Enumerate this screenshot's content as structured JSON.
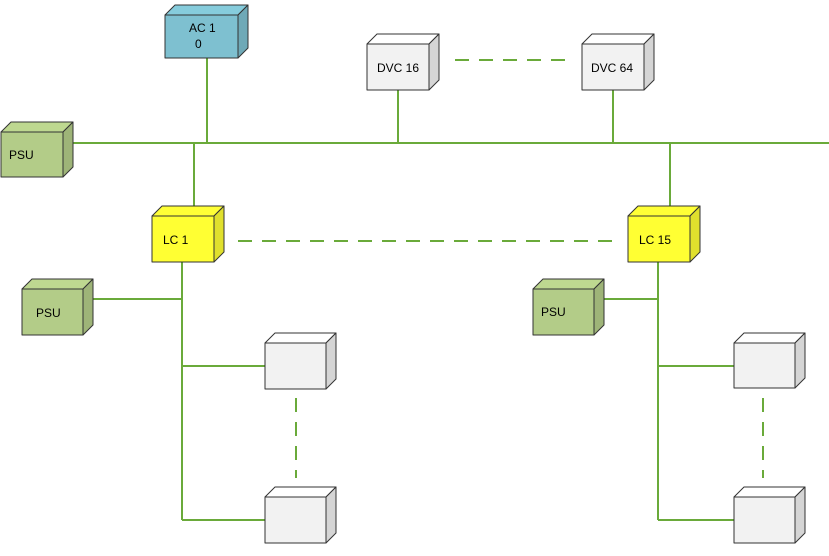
{
  "colors": {
    "line": "#6aaa3a",
    "ac_fill": "#7ec0d0",
    "psu_fill": "#b3cc88",
    "lc_fill": "#ffff33",
    "box_fill": "#f2f2f2",
    "stroke": "#333333"
  },
  "nodes": {
    "ac": {
      "line1": "AC 1",
      "line2": "0"
    },
    "dvc_first": {
      "label": "DVC 16"
    },
    "dvc_last": {
      "label": "DVC 64"
    },
    "psu_main": {
      "label": "PSU"
    },
    "lc_left": {
      "label": "LC 1"
    },
    "lc_right": {
      "label": "LC 15"
    },
    "psu_left": {
      "label": "PSU"
    },
    "psu_right": {
      "label": "PSU"
    }
  }
}
